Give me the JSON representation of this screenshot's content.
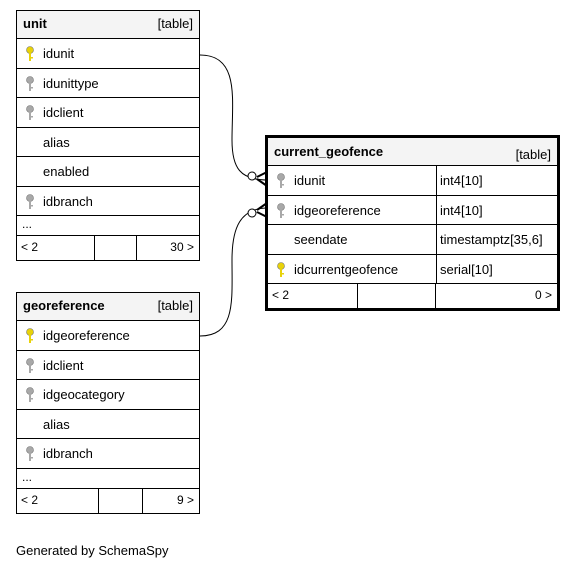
{
  "tables": {
    "unit": {
      "name": "unit",
      "kind": "[table]",
      "columns": [
        {
          "name": "idunit",
          "key": "primary"
        },
        {
          "name": "idunittype",
          "key": "foreign"
        },
        {
          "name": "idclient",
          "key": "foreign"
        },
        {
          "name": "alias",
          "key": "none"
        },
        {
          "name": "enabled",
          "key": "none"
        },
        {
          "name": "idbranch",
          "key": "foreign"
        }
      ],
      "more": "...",
      "footer": {
        "left": "< 2",
        "right": "30 >"
      }
    },
    "georeference": {
      "name": "georeference",
      "kind": "[table]",
      "columns": [
        {
          "name": "idgeoreference",
          "key": "primary"
        },
        {
          "name": "idclient",
          "key": "foreign"
        },
        {
          "name": "idgeocategory",
          "key": "foreign"
        },
        {
          "name": "alias",
          "key": "none"
        },
        {
          "name": "idbranch",
          "key": "foreign"
        }
      ],
      "more": "...",
      "footer": {
        "left": "< 2",
        "right": "9 >"
      }
    },
    "current_geofence": {
      "name": "current_geofence",
      "kind": "[table]",
      "columns": [
        {
          "name": "idunit",
          "key": "foreign",
          "type": "int4[10]"
        },
        {
          "name": "idgeoreference",
          "key": "foreign",
          "type": "int4[10]"
        },
        {
          "name": "seendate",
          "key": "none",
          "type": "timestamptz[35,6]"
        },
        {
          "name": "idcurrentgeofence",
          "key": "primary",
          "type": "serial[10]"
        }
      ],
      "footer": {
        "left": "< 2",
        "right": "0 >"
      }
    }
  },
  "colors": {
    "primary_key": "#e8d20a",
    "foreign_key": "#a8a8a8",
    "header_bg": "#f4f4f4"
  },
  "credit": "Generated by SchemaSpy"
}
